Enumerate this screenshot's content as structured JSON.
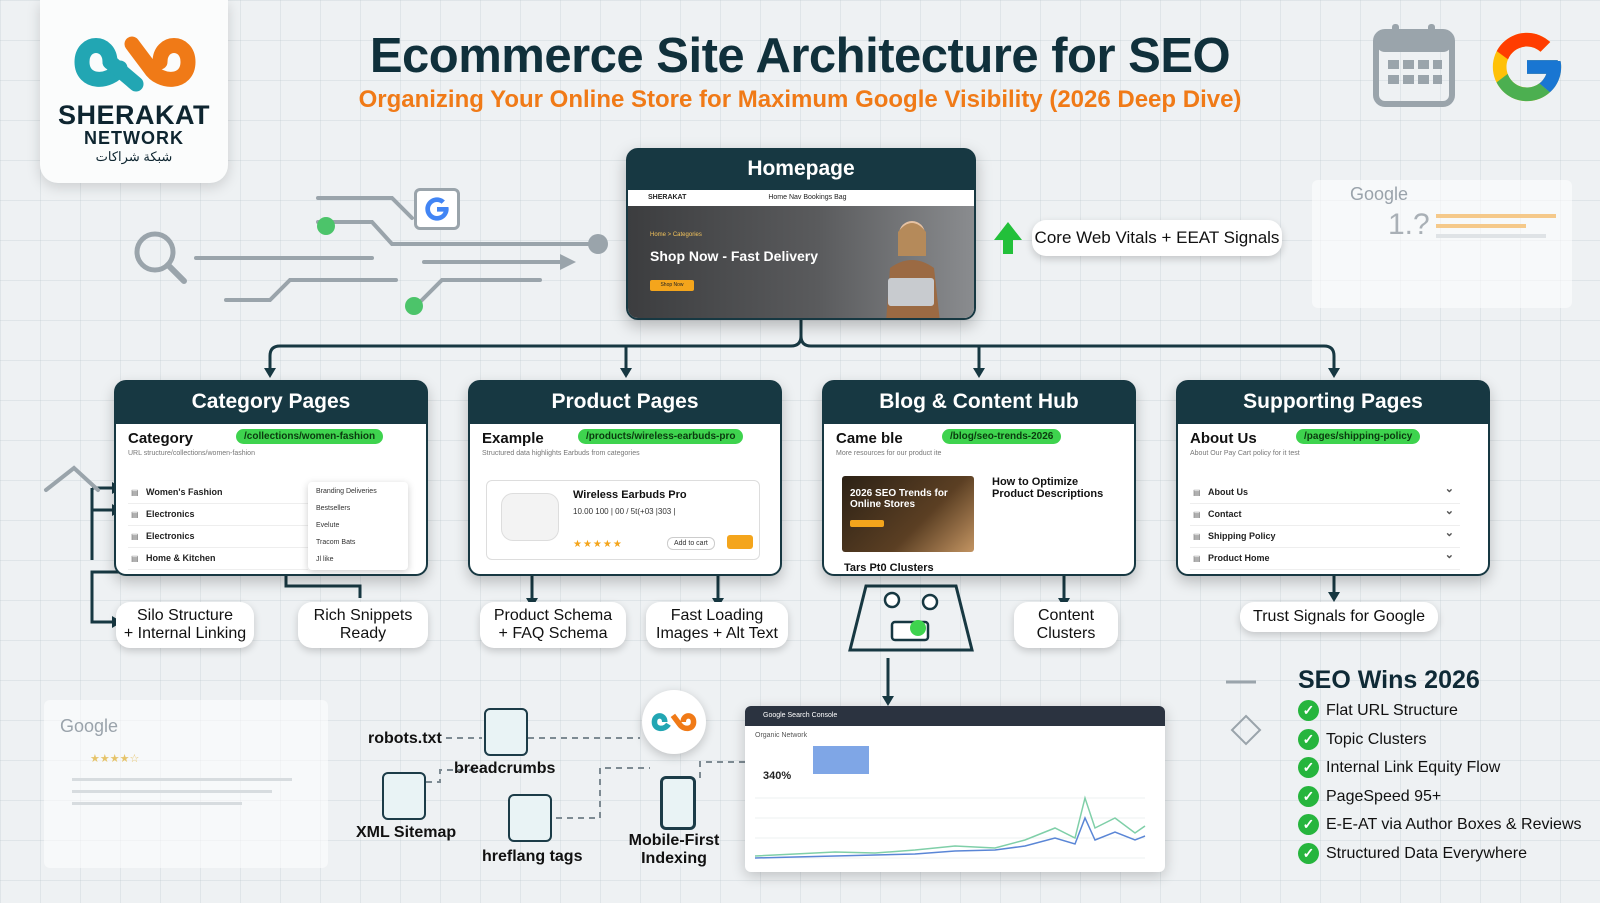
{
  "logo": {
    "brand": "SHERAKAT",
    "network": "NETWORK",
    "arabic": "شبكة شراكات"
  },
  "title": "Ecommerce Site Architecture for SEO",
  "subtitle": "Organizing Your Online Store for Maximum Google Visibility (2026 Deep Dive)",
  "homepage": {
    "title": "Homepage",
    "nav_brand": "SHERAKAT",
    "nav_links": "Home   Nav   Bookings   Bag",
    "breadcrumb": "Home > Categories",
    "headline": "Shop Now - Fast Delivery",
    "cta": "Shop Now"
  },
  "core_signals": "Core Web Vitals + EEAT Signals",
  "sections": [
    {
      "title": "Category Pages",
      "sub": "Category",
      "url": "/collections/women-fashion",
      "tiny": "URL structure/collections/women-fashion",
      "items": [
        "Women's Fashion",
        "Electronics",
        "Electronics",
        "Home & Kitchen"
      ],
      "dropdown": [
        "Branding Deliveries",
        "Bestsellers",
        "Evelute",
        "Tracom Bats",
        "Jl like"
      ]
    },
    {
      "title": "Product Pages",
      "sub": "Example",
      "url": "/products/wireless-earbuds-pro",
      "tiny": "Structured data highlights Earbuds from categories",
      "product": "Wireless Earbuds Pro",
      "price": "10.00 100 | 00 / 5t(+03 |303 |",
      "stars": "★★★★★",
      "cart": "Add to cart"
    },
    {
      "title": "Blog & Content Hub",
      "sub": "Came ble",
      "url": "/blog/seo-trends-2026",
      "tiny": "More resources for our product ite",
      "feature": "2026 SEO Trends for Online Stores",
      "article": "How to Optimize Product Descriptions",
      "footer": "Tars Pt0 Clusters"
    },
    {
      "title": "Supporting Pages",
      "sub": "About Us",
      "url": "/pages/shipping-policy",
      "tiny": "About Our Pay Cart policy for it test",
      "items": [
        "About Us",
        "Contact",
        "Shipping Policy",
        "Product Home"
      ]
    }
  ],
  "labels": {
    "silo": [
      "Silo Structure",
      "+ Internal Linking"
    ],
    "rich": [
      "Rich Snippets",
      "Ready"
    ],
    "schema": [
      "Product Schema",
      "+ FAQ Schema"
    ],
    "images": [
      "Fast Loading",
      "Images + Alt Text"
    ],
    "clusters": [
      "Content",
      "Clusters"
    ],
    "trust": "Trust Signals for Google"
  },
  "tech": {
    "robots": "robots.txt",
    "breadcrumbs": "breadcrumbs",
    "sitemap": "XML Sitemap",
    "hreflang": "hreflang tags",
    "mobile": [
      "Mobile-First",
      "Indexing"
    ]
  },
  "search_console": {
    "title": "Google Search Console",
    "header": "Organic Network",
    "metric": "340%"
  },
  "google_card": {
    "brand": "Google",
    "score": "1.?"
  },
  "google_card_bottom": {
    "brand": "Google",
    "stars": "★★★★☆"
  },
  "wins_title": "SEO Wins 2026",
  "wins": [
    "Flat URL Structure",
    "Topic Clusters",
    "Internal Link Equity Flow",
    "PageSpeed 95+",
    "E-E-AT via Author Boxes & Reviews",
    "Structured Data Everywhere"
  ],
  "colors": {
    "navy": "#173842",
    "orange": "#f07a17",
    "green": "#3ed34e",
    "teal": "#22a6b3"
  }
}
